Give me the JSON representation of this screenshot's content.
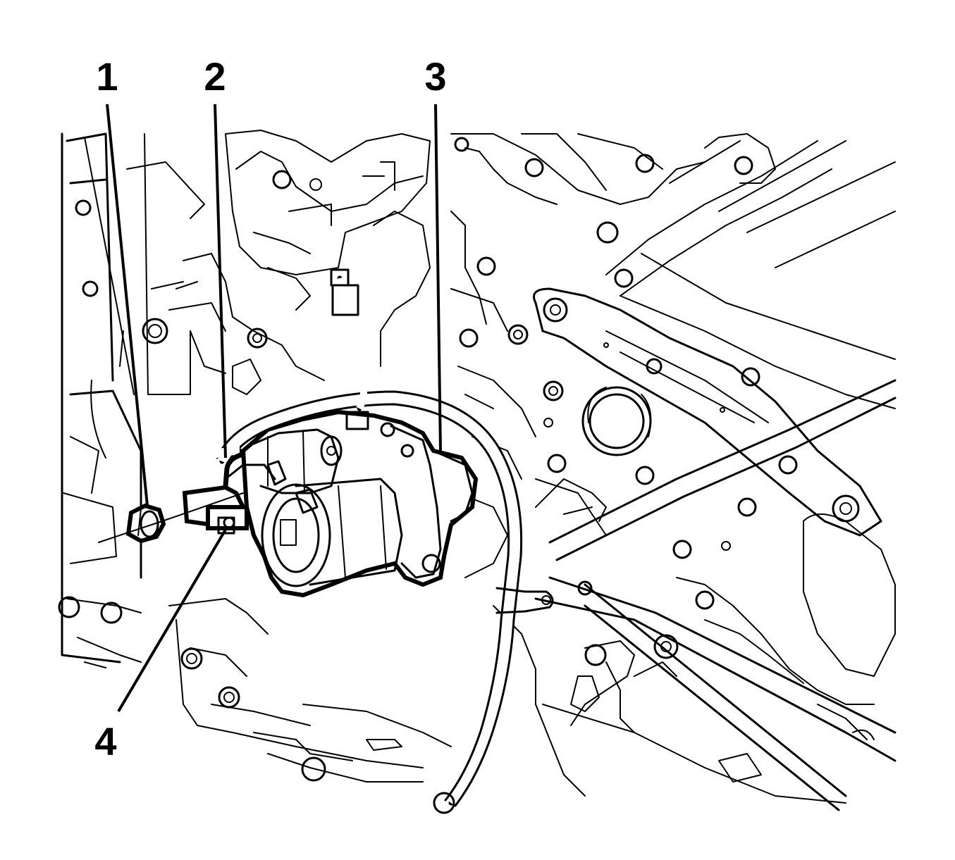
{
  "callouts": [
    {
      "label": "1",
      "part": "nut"
    },
    {
      "label": "2",
      "part": "positive-cable-terminal"
    },
    {
      "label": "3",
      "part": "starter-motor"
    },
    {
      "label": "4",
      "part": "solenoid-wire-connector"
    }
  ]
}
